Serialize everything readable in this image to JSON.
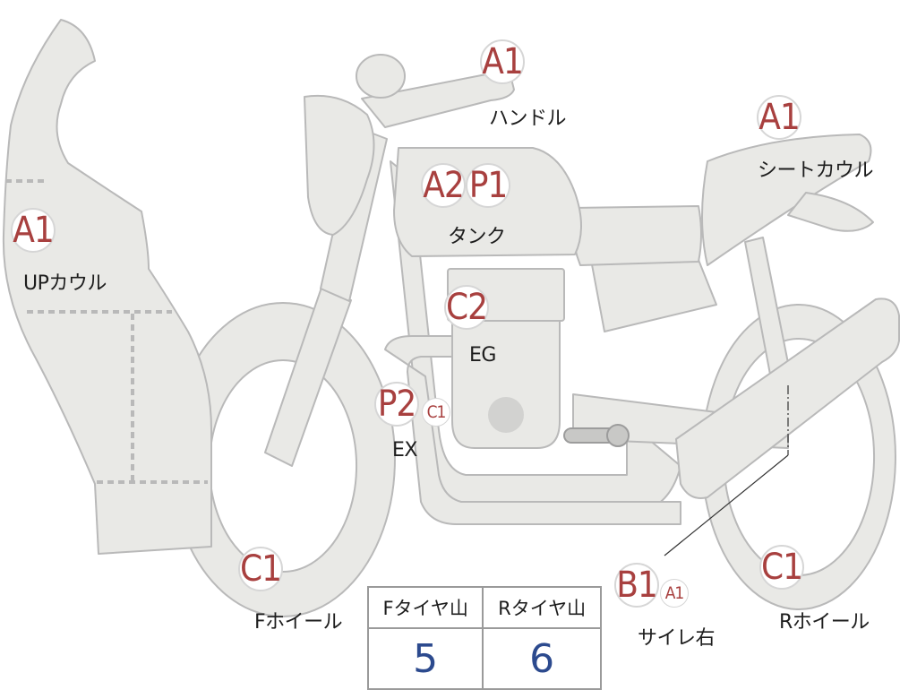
{
  "badges": {
    "handle": "A1",
    "seat_cowl": "A1",
    "tank_a": "A2",
    "tank_p": "P1",
    "up_cowl": "A1",
    "engine": "C2",
    "exhaust_p": "P2",
    "exhaust_c": "C1",
    "f_wheel": "C1",
    "side_b": "B1",
    "side_a": "A1",
    "r_wheel": "C1"
  },
  "labels": {
    "handle": "ハンドル",
    "seat_cowl": "シートカウル",
    "tank": "タンク",
    "up_cowl": "UPカウル",
    "engine": "EG",
    "exhaust": "EX",
    "f_wheel": "Fホイール",
    "side": "サイレ右",
    "r_wheel": "Rホイール"
  },
  "tire_table": {
    "headers": [
      "Fタイヤ山",
      "Rタイヤ山"
    ],
    "values": [
      "5",
      "6"
    ]
  },
  "colors": {
    "part_fill": "#e9e9e6",
    "part_stroke": "#b9b9b9",
    "badge_text": "#a8403f",
    "value_text": "#2c4a8e"
  }
}
